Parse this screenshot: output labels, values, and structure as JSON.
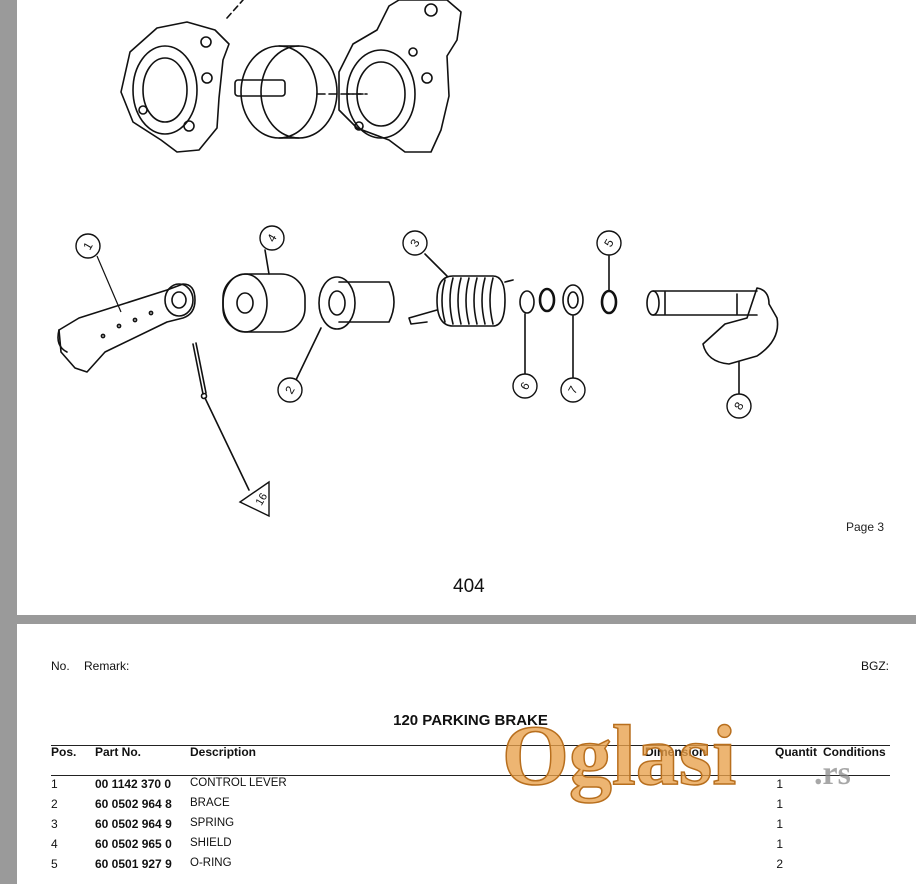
{
  "diagram": {
    "callouts": [
      "1",
      "2",
      "3",
      "4",
      "5",
      "6",
      "7",
      "8",
      "16"
    ]
  },
  "page_label": "Page 3",
  "page_number": "404",
  "header": {
    "no_label": "No.",
    "remark_label": "Remark:",
    "bgz_label": "BGZ:"
  },
  "section_title": "120 PARKING BRAKE",
  "table": {
    "columns": {
      "pos": "Pos.",
      "part_no": "Part No.",
      "description": "Description",
      "dimension": "Dimension",
      "quantity": "Quantit",
      "conditions": "Conditions"
    },
    "rows": [
      {
        "pos": "1",
        "part_no": "00 1142 370 0",
        "description": "CONTROL LEVER",
        "quantity": "1"
      },
      {
        "pos": "2",
        "part_no": "60 0502 964 8",
        "description": "BRACE",
        "quantity": "1"
      },
      {
        "pos": "3",
        "part_no": "60 0502 964 9",
        "description": "SPRING",
        "quantity": "1"
      },
      {
        "pos": "4",
        "part_no": "60 0502 965 0",
        "description": "SHIELD",
        "quantity": "1"
      },
      {
        "pos": "5",
        "part_no": "60 0501 927 9",
        "description": "O-RING",
        "quantity": "2"
      }
    ]
  },
  "watermark": {
    "brand": "Oglasi",
    "suffix": ".rs",
    "color": "#e8a04a"
  }
}
